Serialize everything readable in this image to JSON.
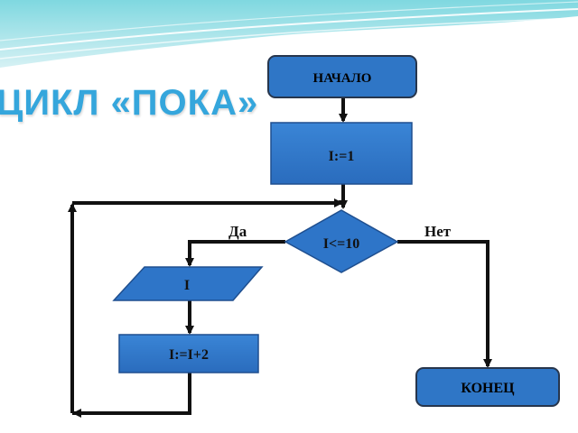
{
  "slide": {
    "title": "ЦИКЛ «ПОКА»"
  },
  "flowchart": {
    "start": "НАЧАЛО",
    "init": "I:=1",
    "condition": "I<=10",
    "yes_label": "Да",
    "no_label": "Нет",
    "output": "I",
    "increment": "I:=I+2",
    "end": "КОНЕЦ"
  },
  "colors": {
    "title": "#35a6dc",
    "block_fill": "#2e75c8",
    "block_stroke": "#1f4f8f",
    "arrow": "#111111",
    "terminal_fill": "#2f76c6",
    "terminal_stroke": "#27364d"
  }
}
